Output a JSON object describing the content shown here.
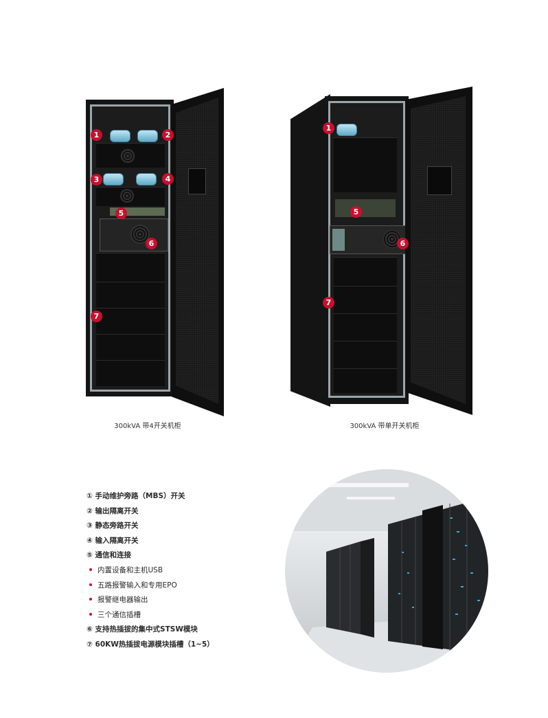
{
  "cabinets": [
    {
      "caption": "300kVA 带4开关机柜",
      "markers": [
        "1",
        "2",
        "3",
        "4",
        "5",
        "6",
        "7"
      ]
    },
    {
      "caption": "300kVA 带单开关机柜",
      "markers": [
        "1",
        "5",
        "6",
        "7"
      ]
    }
  ],
  "features": [
    {
      "text": "① 手动维护旁路（MBS）开关",
      "bold": true,
      "bullet": false
    },
    {
      "text": "② 输出隔离开关",
      "bold": true,
      "bullet": false
    },
    {
      "text": "③ 静态旁路开关",
      "bold": true,
      "bullet": false
    },
    {
      "text": "④ 输入隔离开关",
      "bold": true,
      "bullet": false
    },
    {
      "text": "⑤ 通信和连接",
      "bold": true,
      "bullet": false
    },
    {
      "text": "内置设备和主机USB",
      "bold": false,
      "bullet": true
    },
    {
      "text": "五路报警输入和专用EPO",
      "bold": false,
      "bullet": true
    },
    {
      "text": "报警继电器输出",
      "bold": false,
      "bullet": true
    },
    {
      "text": "三个通信插槽",
      "bold": false,
      "bullet": true
    },
    {
      "text": "⑥ 支持热插拔的集中式STSW模块",
      "bold": true,
      "bullet": false
    },
    {
      "text": "⑦ 60KW热插拔电源模块插槽（1~5）",
      "bold": true,
      "bullet": false
    }
  ],
  "colors": {
    "accent": "#c8102e",
    "frame": "#9aa7ac"
  }
}
